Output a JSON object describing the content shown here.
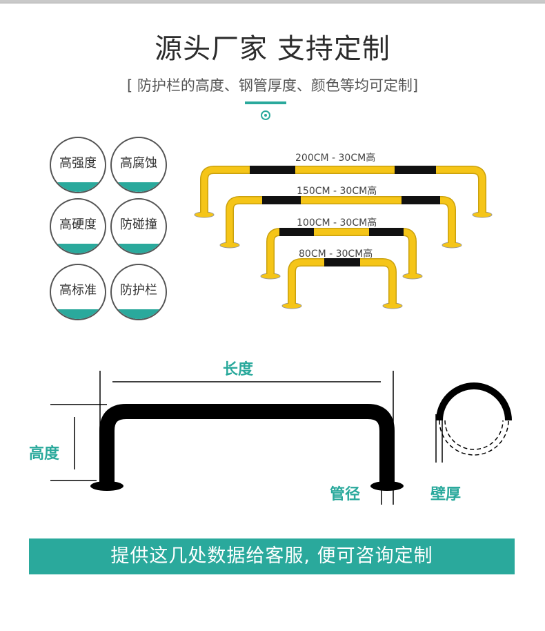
{
  "header": {
    "title": "源头厂家 支持定制",
    "subtitle": "[ 防护栏的高度、钢管厚度、颜色等均可定制]"
  },
  "features": [
    {
      "label": "高强度"
    },
    {
      "label": "高腐蚀"
    },
    {
      "label": "高硬度"
    },
    {
      "label": "防碰撞"
    },
    {
      "label": "高标准"
    },
    {
      "label": "防护栏"
    }
  ],
  "rails": [
    {
      "label": "200CM - 30CM高"
    },
    {
      "label": "150CM - 30CM高"
    },
    {
      "label": "100CM - 30CM高"
    },
    {
      "label": "80CM - 30CM高"
    }
  ],
  "diagram": {
    "length_label": "长度",
    "height_label": "高度",
    "pipe_diameter_label": "管径",
    "wall_thickness_label": "壁厚"
  },
  "banner": {
    "text": "提供这几处数据给客服, 便可咨询定制"
  },
  "colors": {
    "accent": "#2aa99c",
    "yellow": "#f5c518",
    "black": "#111111"
  }
}
